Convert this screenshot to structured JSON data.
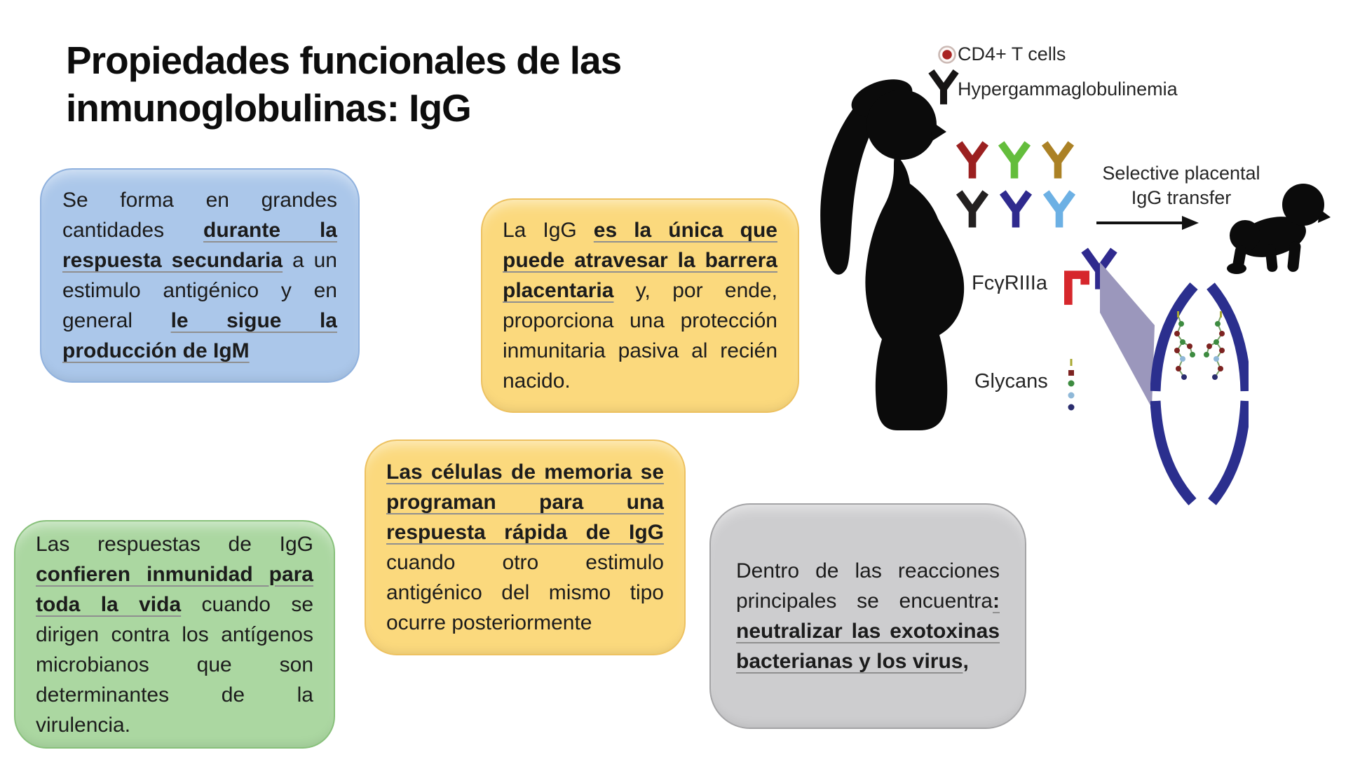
{
  "slide": {
    "title_line1": "Propiedades funcionales de las",
    "title_line2": "inmunoglobulinas: IgG"
  },
  "boxes": {
    "blue": {
      "segments": [
        {
          "s": "n",
          "t": "Se forma en grandes cantidades "
        },
        {
          "s": "bu",
          "t": "durante la respuesta secundaria"
        },
        {
          "s": "n",
          "t": " a un estimulo antigénico y en general "
        },
        {
          "s": "bu",
          "t": "le sigue la producción de IgM"
        }
      ]
    },
    "yellow_placental": {
      "segments": [
        {
          "s": "n",
          "t": "La IgG "
        },
        {
          "s": "bu",
          "t": "es la única que puede atravesar la barrera placentaria"
        },
        {
          "s": "n",
          "t": " y, por ende, proporciona una protección inmunitaria pasiva al recién nacido."
        }
      ]
    },
    "yellow_memory": {
      "segments": [
        {
          "s": "bu",
          "t": "Las células de memoria se programan para una respuesta rápida de IgG"
        },
        {
          "s": "n",
          "t": " cuando otro estimulo antigénico del mismo tipo ocurre posteriormente"
        }
      ]
    },
    "green": {
      "segments": [
        {
          "s": "n",
          "t": "Las respuestas de IgG "
        },
        {
          "s": "bu",
          "t": "confieren inmunidad para toda la vida"
        },
        {
          "s": "n",
          "t": " cuando se dirigen contra los antígenos microbianos que son determinantes de la virulencia."
        }
      ]
    },
    "gray": {
      "segments": [
        {
          "s": "n",
          "t": "Dentro de las reacciones principales se encuentra"
        },
        {
          "s": "bu",
          "t": ": neutralizar las exotoxinas bacterianas y los virus"
        },
        {
          "s": "b",
          "t": ","
        }
      ]
    }
  },
  "diagram": {
    "legend_cd4": "CD4+ T cells",
    "legend_hyper": "Hypergammaglobulinemia",
    "transfer_line1": "Selective placental",
    "transfer_line2": "IgG transfer",
    "receptor_label": "FcγRIIIa",
    "glycans_label": "Glycans"
  },
  "colors": {
    "box_blue_fill": "#abc7ea",
    "box_blue_border": "#8fb1de",
    "box_yellow_fill": "#fbd97d",
    "box_yellow_border": "#edc160",
    "box_green_fill": "#abd7a1",
    "box_green_border": "#88c17b",
    "box_gray_fill": "#cdcdcf",
    "box_gray_border": "#a4a4a6",
    "antibody_row1": [
      "#9b2020",
      "#64bd3c",
      "#ab8125"
    ],
    "antibody_row2": [
      "#232020",
      "#2f2a8e",
      "#6cb0e4"
    ],
    "legend_antibody": "#161414",
    "cd4_inner": "#a92423",
    "receptor_red": "#d6272c",
    "beam": "#9b97bc",
    "lens_blue": "#2b2f8e"
  }
}
